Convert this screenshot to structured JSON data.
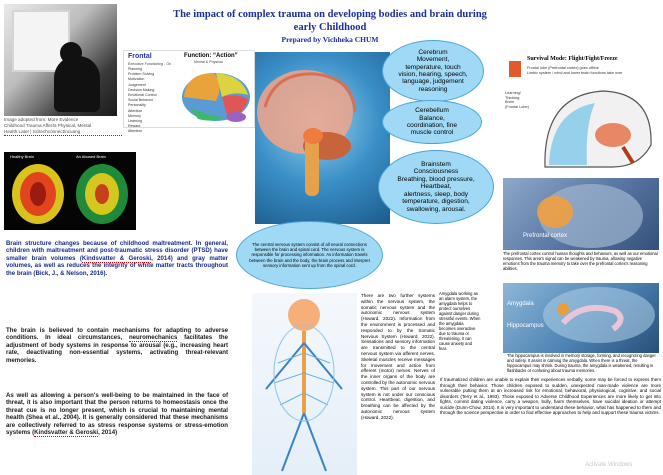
{
  "title": {
    "line1": "The impact of complex trauma on developing bodies and brain during",
    "line2": "early Childhood",
    "author": "Prepared by Vichheka CHUM"
  },
  "photo_caption": {
    "line1": "Image adopted from: More Evidence",
    "line2": "Childhood Trauma Affects Physical, Mental",
    "line3": "Health Later | Scitechconnect/ncuang"
  },
  "frontal_diagram": {
    "title": "Frontal",
    "subtitle": "Executive Functioning - On",
    "items": [
      "Planning",
      "Problem Solving",
      "Motivation",
      "Judgement",
      "Decision Making",
      "Emotional Control",
      "Social Behavior",
      "Personality",
      "Attention",
      "Memory",
      "Learning",
      "Reward",
      "Attention"
    ],
    "function_label": "Function: “Action”",
    "function_sub": "Mental & Physical"
  },
  "pet_scan": {
    "left_label": "Healthy Brain",
    "right_label": "An Abused Brain"
  },
  "bubbles": {
    "cerebrum": [
      "Cerebrum",
      "Movement,",
      "temperature, touch",
      "vision, hearing, speech,",
      "language, judgement",
      "reasoning"
    ],
    "cerebellum": [
      "Cerebellum",
      "Balance,",
      "coordination, fine",
      "muscle control"
    ],
    "brainstem": [
      "Brainstem",
      "Consciousness",
      "Breathing, blood pressure,",
      "Heartbeat,",
      "alertness,  sleep, body",
      "temperature, digestion,",
      "swallowing, arousal."
    ],
    "cns": "The central nervous system consist of all neural connections between the brain and spinal cord. The nervous system is responsible for processing information. As information travels between the brain and the body, the brain process and interpret sensory information sent up from the spinal cord."
  },
  "survival_diagram": {
    "title": "Survival Mode: Flight/Fight/Freeze",
    "line1": "Frontal lobe (Prefrontal cortex) goes offline",
    "line2": "Limbic system / mind and lower brain functions take over",
    "learning_label": [
      "Learning/",
      "Thinking",
      "Brain",
      "(Frontal Lobe)"
    ]
  },
  "prefrontal": {
    "label": "Prefrontal cortex",
    "text": "The prefrontal cortex control human thoughts and behaviors, as well as our emotional responses. This area's signal can be weakened by trauma, allowing negative emotions from the trauma memory to take over the prefrontal cortex's reasoning abilities."
  },
  "amygdala": {
    "label1": "Amygdala",
    "label2": "Hippocampus",
    "text": "The hippocampus is involved in memory storage, forming, and recognizing danger and safety. It assist in calming the amygdala. When there is a threat, the hippocampus may shrink. During trauma, the amygdala is weakened, resulting in flashbacks or confusing about trauma memories.",
    "side_text": "Amygdala working as an alarm system, the amygdala helps to protect ourselves against danger during stressful events. When the amygdala becomes overactive due to trauma or threatening, it can cause anxiety and fear."
  },
  "left_text": {
    "blue_parts": [
      "Brain structure changes because of childhood maltreatment. In general, children with maltreatment and post-traumatic stress disorder (PTSD) have smaller brain volumes (",
      "Kindsvatter & Geroski",
      ", 2014) and gray matter volumes, as well as reduces the integrity of white matter tracts throughout the brain (Bick, J., & Nelson, 2016)."
    ],
    "p1_parts": [
      "The brain is believed to contain mechanisms for adapting to adverse conditions. In ideal circumstances, ",
      "neuromechanics",
      " facilitates the adjustment of body systems in response to arousal (e.g., increasing heart rate, deactivating non-essential systems, activating threat-relevant memories."
    ],
    "p2_parts": [
      "As well as allowing a person's well-being to be maintained in the face of threat, it is also important that the person returns to homeostasis once the threat cue is no longer present, which is crucial to maintaining mental health (Shea et al., 2004). It is generally considered that these mechanisms are collectively referred to as stress response systems or stress-emotion systems (",
      "Kindsvatter & Geroski",
      ", 2014)"
    ]
  },
  "ns_text": "There are two further systems within the nervous system, the somatic nervous system and the autonomic nervous system (Howard, 2022). Information from the environment is processed and responded to by the Somatic Nervous System (Howard, 2022). Sensations and sensory information are transmitted to the central nervous system via afferent nerves. Skeletal muscles receive messages for movement and action from efferent (motor) nerves. Nerves of the inner organs of the body are controlled by the autonomic nervous system. This part of our nervous system is not under our conscious control. Heartbeat, digestion, and breathing can be affected by the autonomic nervous system (Howard, 2022).",
  "bottom_right": "If traumatized children are unable to explain their experiences verbally, some may be forced to express them through their behavior. Those children exposed to sudden, unexpected man-made violence are more vulnerable putting them at an increased risk for emotional, behavioral, physiological, cognitive, and social disorders (Terry et al., 1993). Those exposed to Adverse Childhood Experiences are more likely to get into fights, commit dating violence, carry a weapon, bully, harm themselves, have suicidal ideation or attempt suicide (Dunn-Chow, 2014). It is very important to understand these behavior, what has happened to them and through the science perspective in order to find effective approaches to help and support these trauma victims.",
  "watermark": "Activate Windows"
}
